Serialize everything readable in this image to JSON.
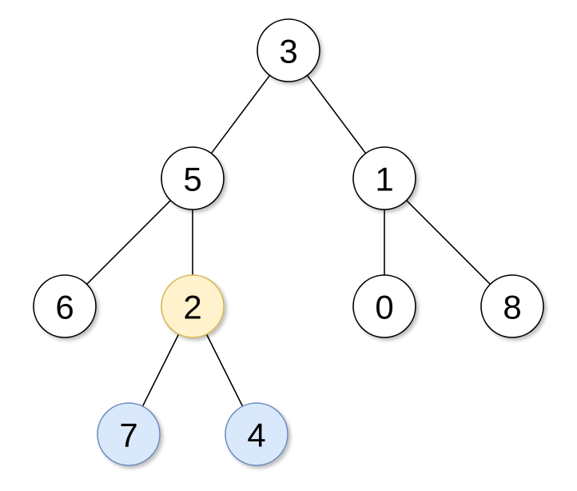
{
  "colors": {
    "background": "#ffffff",
    "edge": "#000000",
    "default_fill": "#ffffff",
    "default_stroke": "#000000",
    "target_fill": "#fff2cc",
    "target_stroke": "#d6b656",
    "child_fill": "#dae8fc",
    "child_stroke": "#6c8ebf"
  },
  "tree": {
    "nodes": [
      {
        "id": "n3",
        "label": "3",
        "style": "default"
      },
      {
        "id": "n5",
        "label": "5",
        "style": "default"
      },
      {
        "id": "n1",
        "label": "1",
        "style": "default"
      },
      {
        "id": "n6",
        "label": "6",
        "style": "default"
      },
      {
        "id": "n2",
        "label": "2",
        "style": "target"
      },
      {
        "id": "n0",
        "label": "0",
        "style": "default"
      },
      {
        "id": "n8",
        "label": "8",
        "style": "default"
      },
      {
        "id": "n7",
        "label": "7",
        "style": "child"
      },
      {
        "id": "n4",
        "label": "4",
        "style": "child"
      }
    ],
    "edges": [
      {
        "from": "n3",
        "to": "n5"
      },
      {
        "from": "n3",
        "to": "n1"
      },
      {
        "from": "n5",
        "to": "n6"
      },
      {
        "from": "n5",
        "to": "n2"
      },
      {
        "from": "n1",
        "to": "n0"
      },
      {
        "from": "n1",
        "to": "n8"
      },
      {
        "from": "n2",
        "to": "n7"
      },
      {
        "from": "n2",
        "to": "n4"
      }
    ]
  }
}
